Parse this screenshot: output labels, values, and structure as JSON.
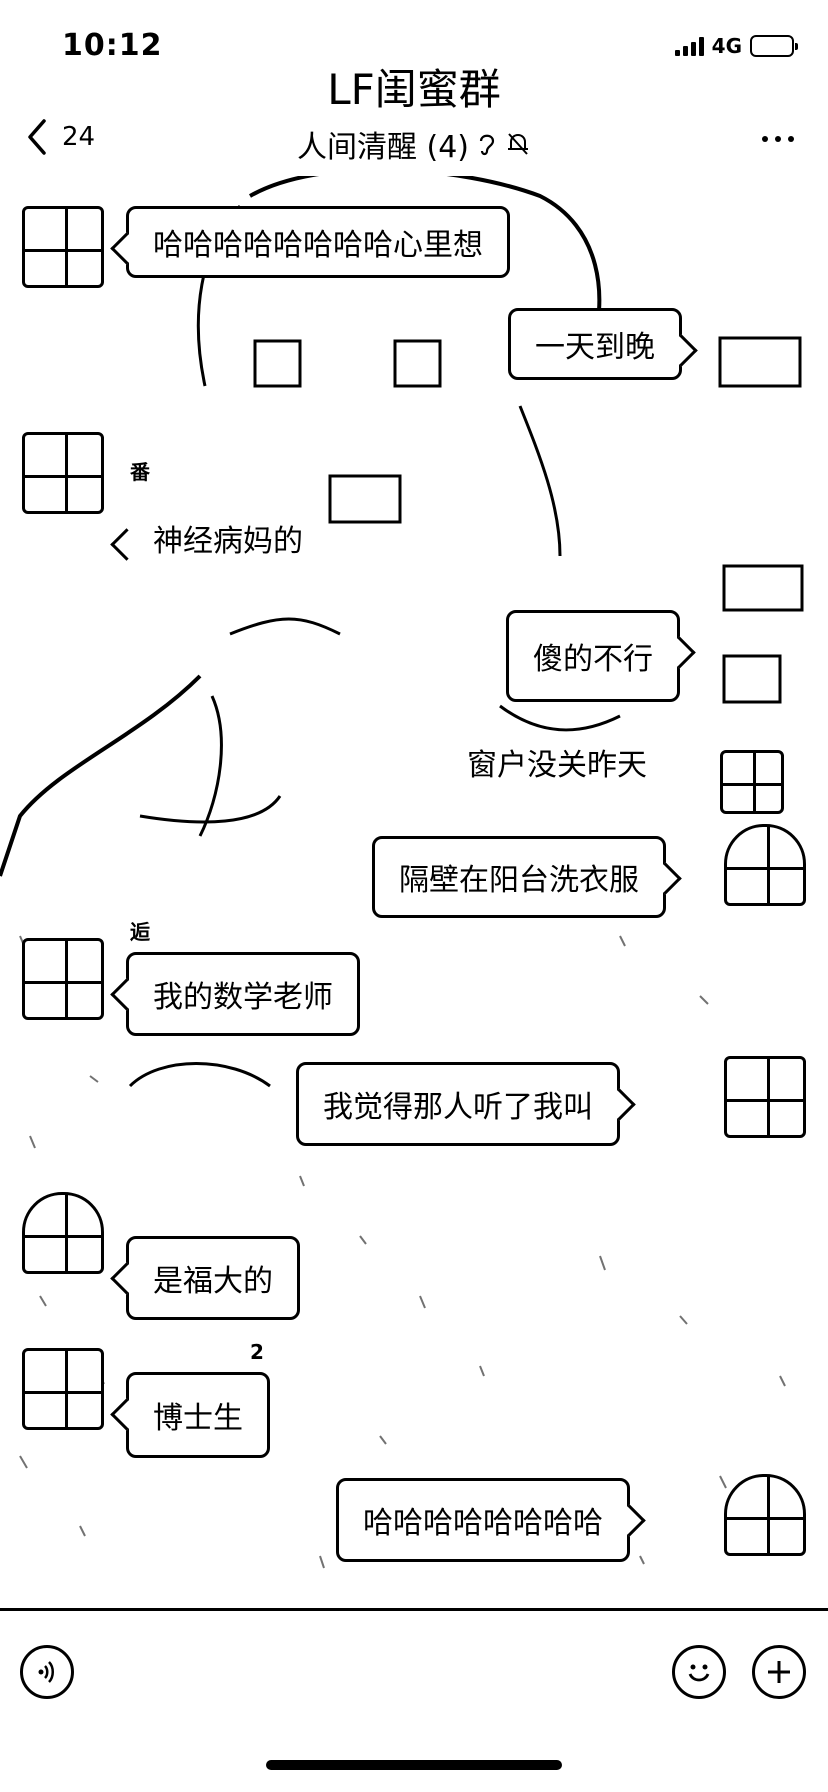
{
  "status_bar": {
    "time": "10:12",
    "network": "4G"
  },
  "header": {
    "group_title": "LF闺蜜群",
    "back_count": "24",
    "chat_name": "人间清醒 (4)"
  },
  "messages": [
    {
      "side": "left",
      "text": "哈哈哈哈哈哈哈哈心里想"
    },
    {
      "side": "right",
      "text": "一天到晚"
    },
    {
      "side": "left",
      "text": "神经病妈的",
      "plain": true
    },
    {
      "side": "right",
      "text": "傻的不行"
    },
    {
      "side": "right",
      "text": "窗户没关昨天",
      "plain": true
    },
    {
      "side": "right",
      "text": "隔壁在阳台洗衣服"
    },
    {
      "side": "left",
      "text": "我的数学老师"
    },
    {
      "side": "right",
      "text": "我觉得那人听了我叫"
    },
    {
      "side": "left",
      "text": "是福大的"
    },
    {
      "side": "left",
      "text": "博士生"
    },
    {
      "side": "right",
      "text": "哈哈哈哈哈哈哈哈"
    }
  ],
  "badges": {
    "tag_a": "番",
    "tag_b": "逅",
    "tag_c": "2"
  },
  "colors": {
    "background": "#ffffff",
    "ink": "#000000"
  },
  "icons": [
    "back-chevron-icon",
    "ear-icon",
    "mute-bell-icon",
    "more-dots-icon",
    "voice-icon",
    "emoji-icon",
    "plus-icon"
  ]
}
